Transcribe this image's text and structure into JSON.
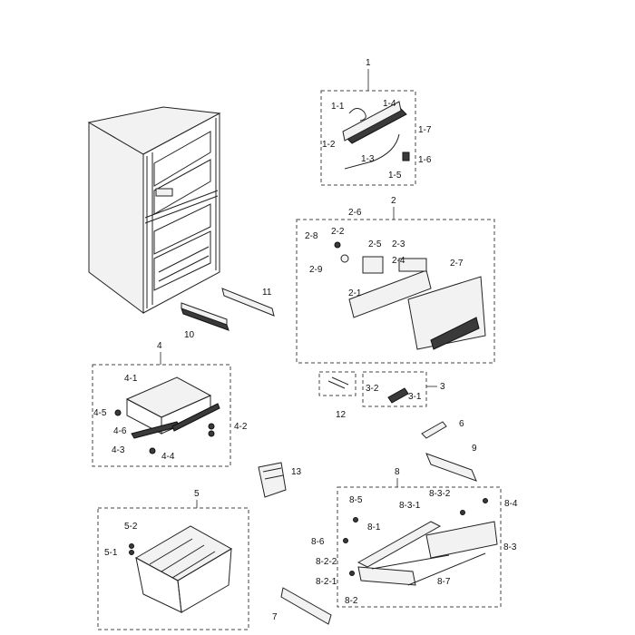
{
  "labels": {
    "g1": "1",
    "p1_1": "1-1",
    "p1_2": "1-2",
    "p1_3": "1-3",
    "p1_4": "1-4",
    "p1_5": "1-5",
    "p1_6": "1-6",
    "p1_7": "1-7",
    "g2": "2",
    "p2_1": "2-1",
    "p2_2": "2-2",
    "p2_3": "2-3",
    "p2_4": "2-4",
    "p2_5": "2-5",
    "p2_6": "2-6",
    "p2_7": "2-7",
    "p2_8": "2-8",
    "p2_9": "2-9",
    "g3": "3",
    "p3_1": "3-1",
    "p3_2": "3-2",
    "g4": "4",
    "p4_1": "4-1",
    "p4_2": "4-2",
    "p4_3": "4-3",
    "p4_4": "4-4",
    "p4_5": "4-5",
    "p4_6": "4-6",
    "g5": "5",
    "p5_1": "5-1",
    "p5_2": "5-2",
    "g6": "6",
    "g7": "7",
    "g8": "8",
    "p8_1": "8-1",
    "p8_2": "8-2",
    "p8_2_1": "8-2-1",
    "p8_2_2": "8-2-2",
    "p8_3": "8-3",
    "p8_3_1": "8-3-1",
    "p8_3_2": "8-3-2",
    "p8_4": "8-4",
    "p8_5": "8-5",
    "p8_6": "8-6",
    "p8_7": "8-7",
    "g9": "9",
    "g10": "10",
    "g11": "11",
    "g12": "12",
    "g13": "13"
  }
}
